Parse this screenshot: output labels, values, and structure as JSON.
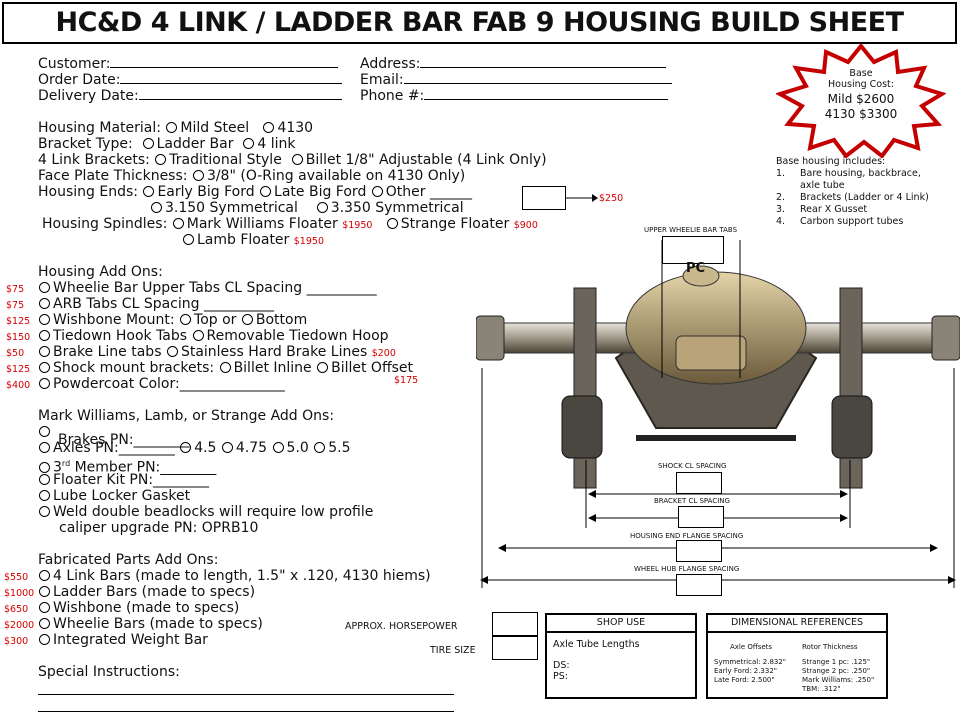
{
  "title": "HC&D 4 LINK / LADDER BAR FAB 9 HOUSING BUILD SHEET",
  "customer": {
    "customer_label": "Customer:",
    "order_date_label": "Order Date:",
    "delivery_date_label": "Delivery Date:",
    "address_label": "Address:",
    "email_label": "Email:",
    "phone_label": "Phone #:"
  },
  "base_cost": {
    "line1": "Base",
    "line2": "Housing Cost:",
    "line3": "Mild $2600",
    "line4": "4130 $3300"
  },
  "base_includes": {
    "heading": "Base housing includes:",
    "items": [
      {
        "num": "1.",
        "text": "Bare housing, backbrace,"
      },
      {
        "num": "",
        "text": "axle tube"
      },
      {
        "num": "2.",
        "text": "Brackets (Ladder or 4 Link)"
      },
      {
        "num": "3.",
        "text": "Rear X Gusset"
      },
      {
        "num": "4.",
        "text": "Carbon support tubes"
      }
    ]
  },
  "options": {
    "material_label": "Housing Material:",
    "material_opts": [
      "Mild Steel",
      "4130"
    ],
    "bracket_label": "Bracket Type:",
    "bracket_opts": [
      "Ladder Bar",
      "4 link"
    ],
    "fourlink_label": "4 Link Brackets:",
    "fourlink_opts": [
      "Traditional Style",
      "Billet 1/8\" Adjustable  (4 Link Only)"
    ],
    "faceplate_label": "Face Plate Thickness:",
    "faceplate_opt": "3/8\" (O-Ring available on 4130 Only)",
    "ends_label": "Housing Ends:",
    "ends_opts": [
      "Early Big Ford",
      "Late Big Ford",
      "Other ______"
    ],
    "ends_price": "$250",
    "sym_opts": [
      "3.150 Symmetrical",
      "3.350 Symmetrical"
    ],
    "spindles_label": "Housing Spindles:",
    "spindle_mw": "Mark Williams Floater",
    "spindle_mw_price": "$1950",
    "spindle_strange": "Strange Floater",
    "spindle_strange_price": "$900",
    "spindle_lamb": "Lamb Floater",
    "spindle_lamb_price": "$1950"
  },
  "addons": {
    "heading": "Housing Add Ons:",
    "rows": [
      {
        "price": "$75",
        "text": "Wheelie Bar Upper Tabs     CL Spacing __________"
      },
      {
        "price": "$75",
        "text": "ARB Tabs     CL Spacing __________"
      },
      {
        "price": "$125",
        "text": "Wishbone Mount:"
      },
      {
        "price": "$150",
        "text": "Tiedown Hook Tabs"
      },
      {
        "price": "$50",
        "text": "Brake Line tabs"
      },
      {
        "price": "$125",
        "text": "Shock mount brackets:"
      },
      {
        "price": "$400",
        "text": "Powdercoat       Color:_______________"
      }
    ],
    "wishbone_top": "Top  or",
    "wishbone_bottom": "Bottom",
    "removable_hoop": "Removable Tiedown Hoop",
    "stainless": "Stainless Hard Brake Lines",
    "stainless_price": "$200",
    "billet_inline": "Billet Inline",
    "billet_offset": "Billet Offset",
    "billet_offset_price": "$175"
  },
  "mw": {
    "heading": "Mark Williams, Lamb, or Strange Add Ons:",
    "brakes": "Brakes PN:________",
    "axles": "Axles PN:________",
    "axle_opts": [
      "4.5",
      "4.75",
      "5.0",
      "5.5"
    ],
    "third_member": "3",
    "third_member_sup": "rd",
    "third_member_rest": " Member PN:________",
    "floater_kit": "Floater Kit PN:________",
    "lube_locker": "Lube Locker Gasket",
    "weld_line1": "Weld double beadlocks will require low profile",
    "weld_line2": "caliper upgrade PN: OPRB10"
  },
  "fab": {
    "heading": "Fabricated Parts Add Ons:",
    "rows": [
      {
        "price": "$550",
        "text": "4 Link Bars (made to length, 1.5\" x .120, 4130 hiems)"
      },
      {
        "price": "$1000",
        "text": "Ladder Bars (made to specs)"
      },
      {
        "price": "$650",
        "text": "Wishbone (made to specs)"
      },
      {
        "price": "$2000",
        "text": "Wheelie Bars (made to specs)"
      },
      {
        "price": "$300",
        "text": "Integrated Weight Bar"
      }
    ]
  },
  "special": "Special Instructions:",
  "photo_labels": {
    "upper_tabs": "UPPER WHEELIE BAR TABS",
    "pc": "PC",
    "shock": "SHOCK CL SPACING",
    "bracket": "BRACKET CL SPACING",
    "ends": "HOUSING END FLANGE SPACING",
    "hub": "WHEEL HUB FLANGE SPACING"
  },
  "hp_label": "APPROX. HORSEPOWER",
  "tire_label": "TIRE SIZE",
  "shop": {
    "heading": "SHOP USE",
    "axle_tube": "Axle Tube Lengths",
    "ds": "DS:",
    "ps": "PS:"
  },
  "dims": {
    "heading": "DIMENSIONAL REFERENCES",
    "col1_head": "Axle Offsets",
    "col1": [
      "Symmetrical: 2.832\"",
      "Early Ford: 2.332\"",
      "Late Ford: 2.500\""
    ],
    "col2_head": "Rotor Thickness",
    "col2": [
      "Strange 1 pc: .125\"",
      "Strange 2 pc: .250\"",
      "Mark Williams: .250\"",
      "TBM: .312\""
    ]
  }
}
